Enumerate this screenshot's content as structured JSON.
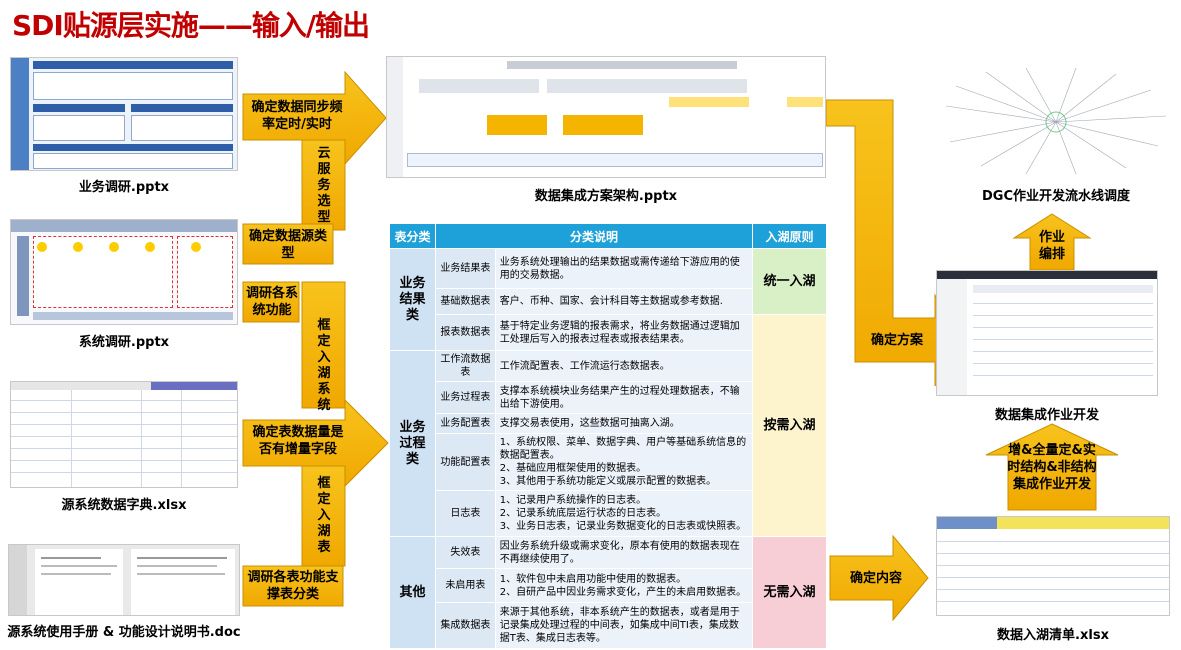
{
  "title": "SDI贴源层实施——输入/输出",
  "inputs": {
    "business_research": "业务调研.pptx",
    "system_research": "系统调研.pptx",
    "data_dictionary": "源系统数据字典.xlsx",
    "manuals": "源系统使用手册 & 功能设计说明书.doc"
  },
  "arrows": {
    "sync_freq": "确定数据同步频率定时/实时",
    "cloud_service": "云服务选型",
    "source_type": "确定数据源类型",
    "research_funcs": "调研各系统功能",
    "define_systems": "框定入湖系统",
    "incr_field": "确定表数据量是否有增量字段",
    "define_tables": "框定入湖表",
    "classify_tables": "调研各表功能支撑表分类",
    "determine_plan": "确定方案",
    "determine_content": "确定内容",
    "arrange_jobs": "作业编排",
    "integration_types": "增&全量定&实时结构&非结构集成作业开发"
  },
  "outputs": {
    "architecture": "数据集成方案架构.pptx",
    "dgc": "DGC作业开发流水线调度",
    "integration_dev": "数据集成作业开发",
    "lake_list": "数据入湖清单.xlsx"
  },
  "table": {
    "headers": [
      "表分类",
      "分类说明",
      "入湖原则"
    ],
    "groups": [
      {
        "category": "业务结果类",
        "rows": [
          {
            "sub": "业务结果表",
            "desc": "业务系统处理输出的结果数据或需传递给下游应用的使用的交易数据。"
          },
          {
            "sub": "基础数据表",
            "desc": "客户、币种、国家、会计科目等主数据或参考数据."
          },
          {
            "sub": "报表数据表",
            "desc": "基于特定业务逻辑的报表需求，将业务数据通过逻辑加工处理后写入的报表过程表或报表结果表。"
          }
        ]
      },
      {
        "category": "业务过程类",
        "rows": [
          {
            "sub": "工作流数据表",
            "desc": "工作流配置表、工作流运行态数据表。"
          },
          {
            "sub": "业务过程表",
            "desc": "支撑本系统模块业务结果产生的过程处理数据表，不输出给下游使用。"
          },
          {
            "sub": "业务配置表",
            "desc": "支撑交易表使用，这些数据可抽离入湖。"
          },
          {
            "sub": "功能配置表",
            "desc": "1、系统权限、菜单、数据字典、用户等基础系统信息的数据配置表。\n2、基础应用框架使用的数据表。\n3、其他用于系统功能定义或展示配置的数据表。"
          },
          {
            "sub": "日志表",
            "desc": "1、记录用户系统操作的日志表。\n2、记录系统底层运行状态的日志表。\n3、业务日志表，记录业务数据变化的日志表或快照表。"
          }
        ]
      },
      {
        "category": "其他",
        "rows": [
          {
            "sub": "失效表",
            "desc": "因业务系统升级或需求变化，原本有使用的数据表现在不再继续使用了。"
          },
          {
            "sub": "未启用表",
            "desc": "1、软件包中未启用功能中使用的数据表。\n2、自研产品中因业务需求变化，产生的未启用数据表。"
          },
          {
            "sub": "集成数据表",
            "desc": "来源于其他系统，非本系统产生的数据表，或者是用于记录集成处理过程的中间表，如集成中间TI表，集成数据T表、集成日志表等。"
          }
        ]
      }
    ],
    "rules": [
      "统一入湖",
      "按需入湖",
      "无需入湖"
    ]
  },
  "colors": {
    "title": "#c00000",
    "arrow": "#f5b700",
    "arrow_border": "#c98f00",
    "table_header": "#1ea1d8",
    "rule_unified": "#d9f0c6",
    "rule_ondemand": "#fdf3cc",
    "rule_none": "#f7cdd6"
  }
}
